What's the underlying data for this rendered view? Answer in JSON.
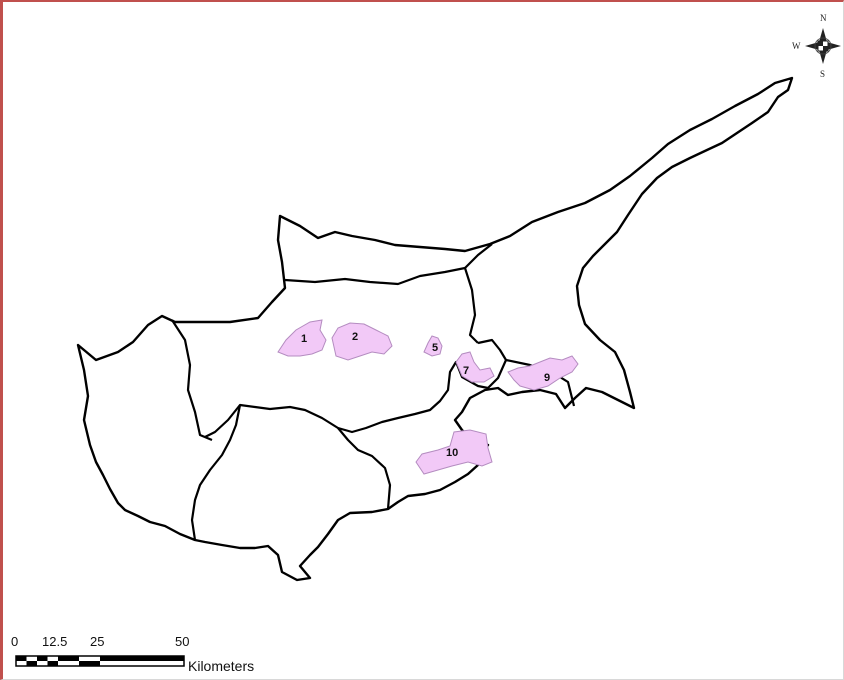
{
  "map": {
    "fill_color": "#ffffff",
    "border_color": "#000000",
    "frame_accent_color": "#c0504d",
    "area_fill_color": "#f2c9f7",
    "areas": [
      {
        "label": "1"
      },
      {
        "label": "2"
      },
      {
        "label": "5"
      },
      {
        "label": "7"
      },
      {
        "label": "9"
      },
      {
        "label": "10"
      }
    ]
  },
  "north_arrow": {
    "icon": "compass-rose-icon",
    "north": "N",
    "south": "S",
    "west": "W"
  },
  "scale_bar": {
    "ticks": [
      "0",
      "12.5",
      "25",
      "50"
    ],
    "units": "Kilometers"
  }
}
